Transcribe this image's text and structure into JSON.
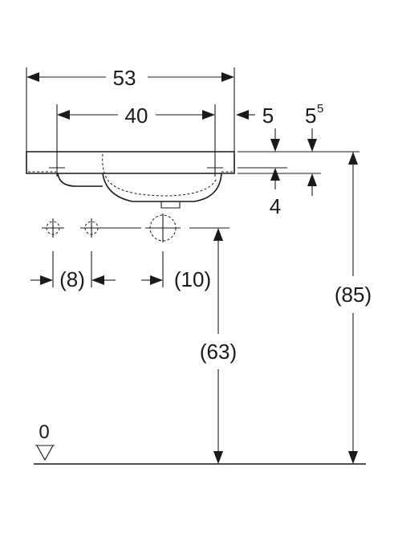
{
  "dimensions": {
    "width_total": "53",
    "width_holes": "40",
    "edge_left": "5",
    "edge_right_base": "5",
    "edge_right_sup": "5",
    "rim_thickness": "4",
    "hole_spacing_a": "(8)",
    "hole_spacing_b": "(10)",
    "hole_height": "(63)",
    "rim_height": "(85)",
    "floor_level": "0"
  }
}
